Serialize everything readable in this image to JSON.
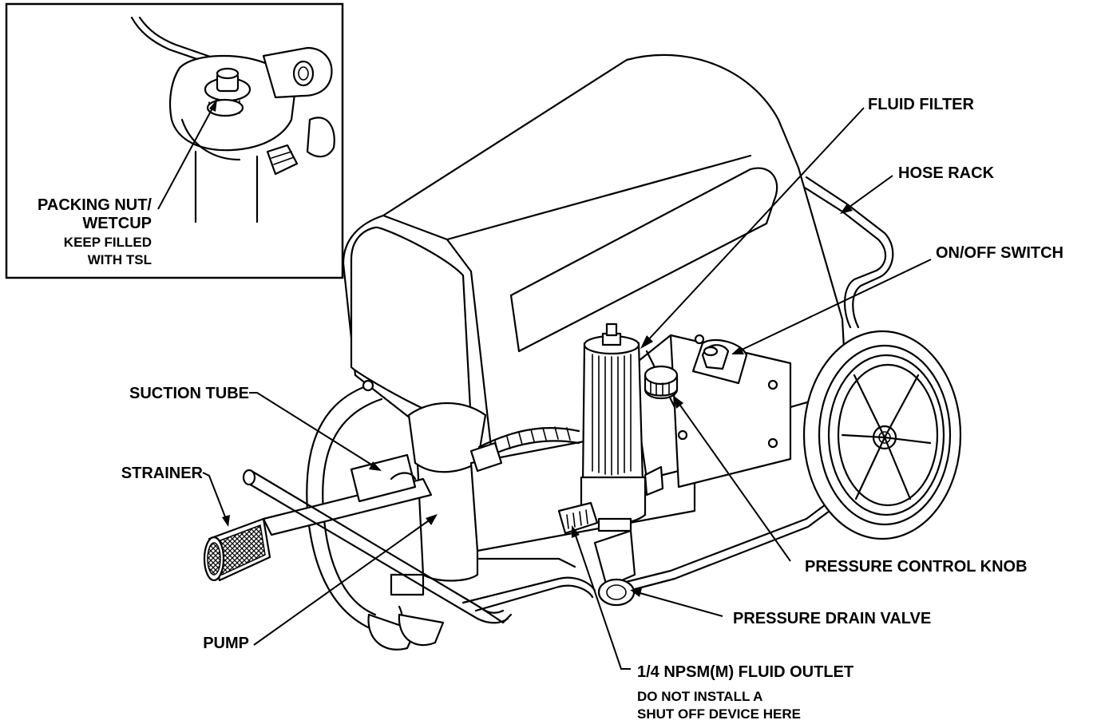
{
  "inset": {
    "label_line1": "PACKING NUT/",
    "label_line2": "WETCUP",
    "note_line1": "KEEP FILLED",
    "note_line2": "WITH TSL"
  },
  "callouts": {
    "fluid_filter": "FLUID FILTER",
    "hose_rack": "HOSE RACK",
    "on_off_switch": "ON/OFF SWITCH",
    "suction_tube": "SUCTION TUBE",
    "strainer": "STRAINER",
    "pressure_control_knob": "PRESSURE CONTROL KNOB",
    "pressure_drain_valve": "PRESSURE DRAIN VALVE",
    "pump": "PUMP",
    "fluid_outlet": "1/4 NPSM(M) FLUID OUTLET",
    "outlet_note_line1": "DO NOT INSTALL A",
    "outlet_note_line2": "SHUT OFF DEVICE HERE"
  }
}
